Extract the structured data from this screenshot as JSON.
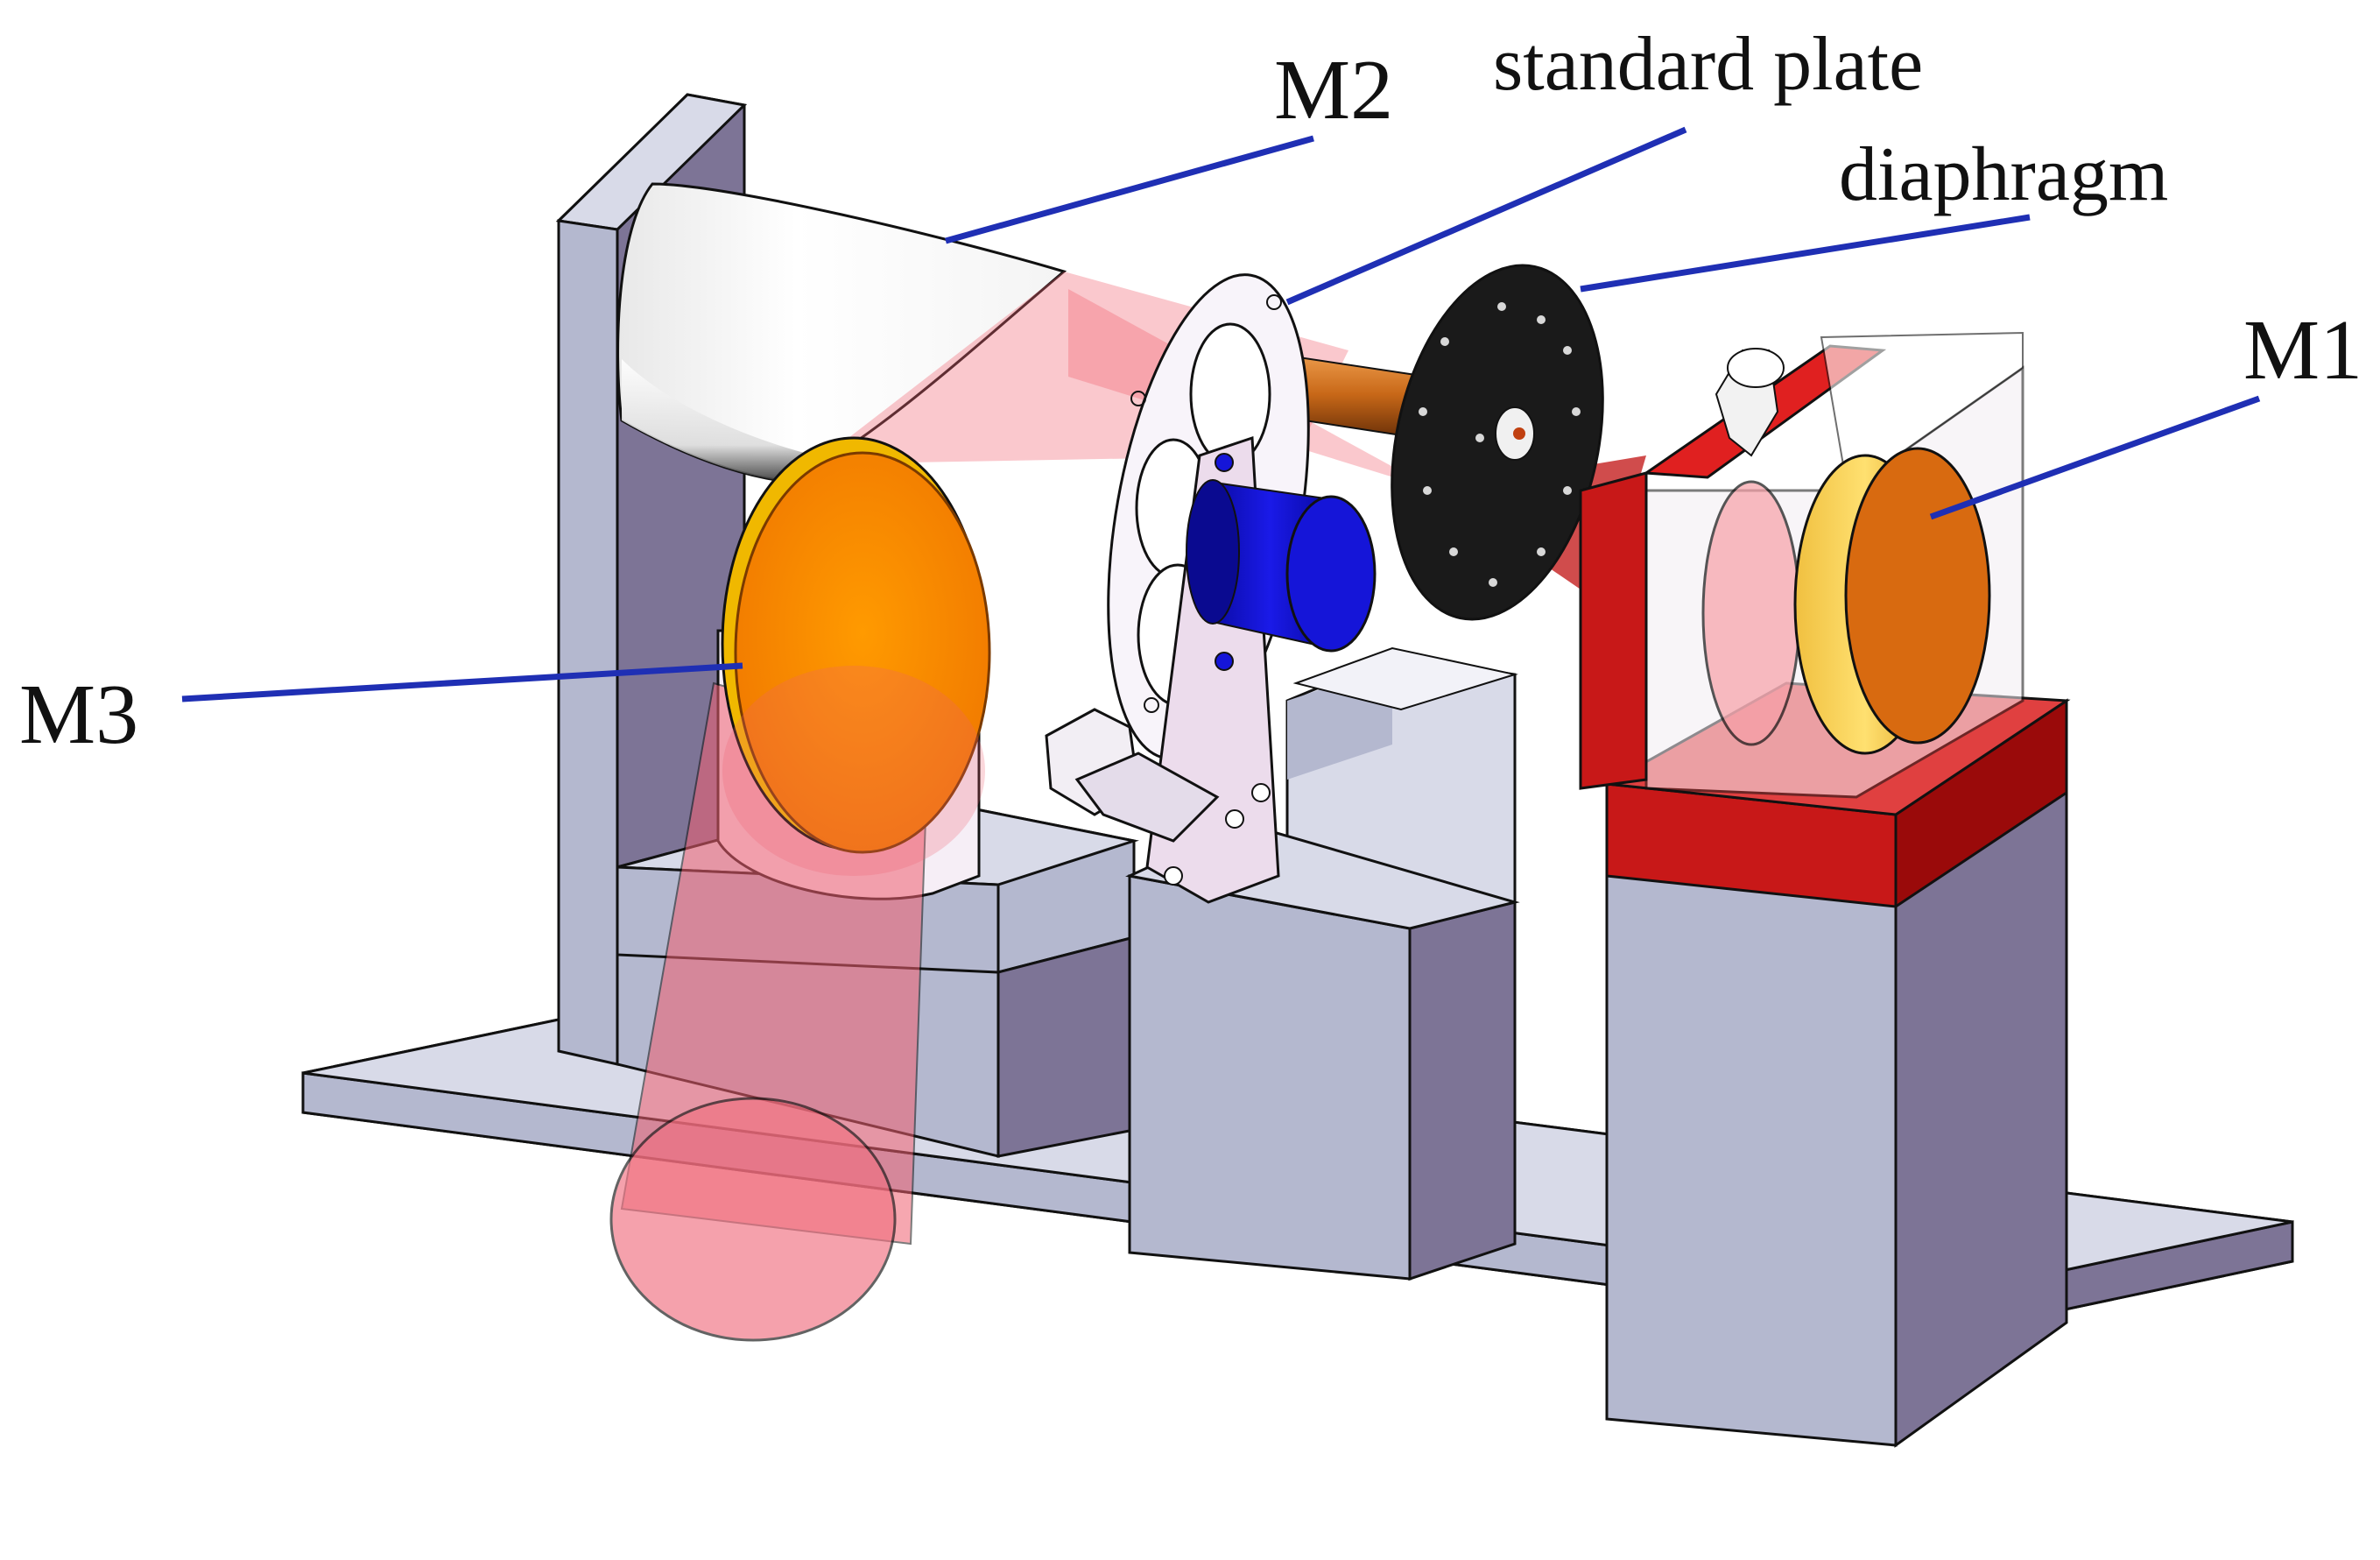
{
  "labels": {
    "m2": "M2",
    "standard_plate": "standard plate",
    "diaphragm": "diaphragm",
    "m1": "M1",
    "m3": "M3"
  },
  "colors": {
    "background": "#ffffff",
    "leader_line": "#1f2fb4",
    "block_face": "#b4b8cf",
    "block_side": "#7d7496",
    "block_top": "#d8dae8",
    "mount_red": "#c81818",
    "mirror_orange": "#ff8a00",
    "beam_red": "#f06070",
    "motor_blue": "#1010d0",
    "diaphragm_black": "#1a1a1a",
    "rod_copper": "#c86818"
  },
  "icons": [
    "optical-bench",
    "mirror-m1",
    "mirror-m2",
    "mirror-m3",
    "filter-wheel",
    "diaphragm-disc",
    "motor"
  ]
}
